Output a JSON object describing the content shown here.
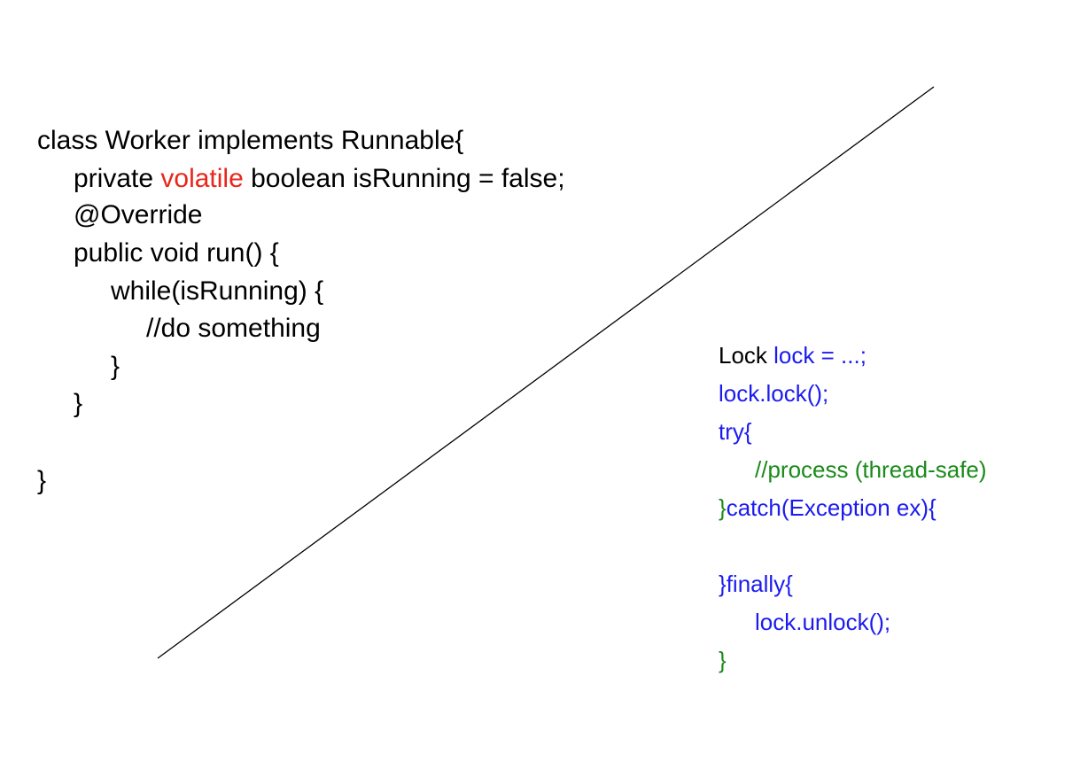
{
  "colors": {
    "keyword_highlight": "#e8261c",
    "lock_code": "#1b1bf0",
    "comment_brace": "#1a8a1a",
    "text": "#000000"
  },
  "left_code": {
    "line1": "class Worker implements Runnable{",
    "line2_a": "private ",
    "line2_keyword": "volatile",
    "line2_b": " boolean isRunning = false;",
    "line3": "@Override",
    "line4": "public void run() {",
    "line5": "while(isRunning) {",
    "line6": "//do something",
    "line7": "}",
    "line8": "}",
    "line9": "}"
  },
  "right_code": {
    "line1_a": "Lock ",
    "line1_b": "lock = ...;",
    "line2": "lock.lock();",
    "line3": "try{",
    "line4": "//process (thread-safe)",
    "line5_a": "}",
    "line5_b": "catch(Exception ex){",
    "line6_a": "}",
    "line6_b": "finally{",
    "line7": "lock.unlock();",
    "line8": "}"
  }
}
